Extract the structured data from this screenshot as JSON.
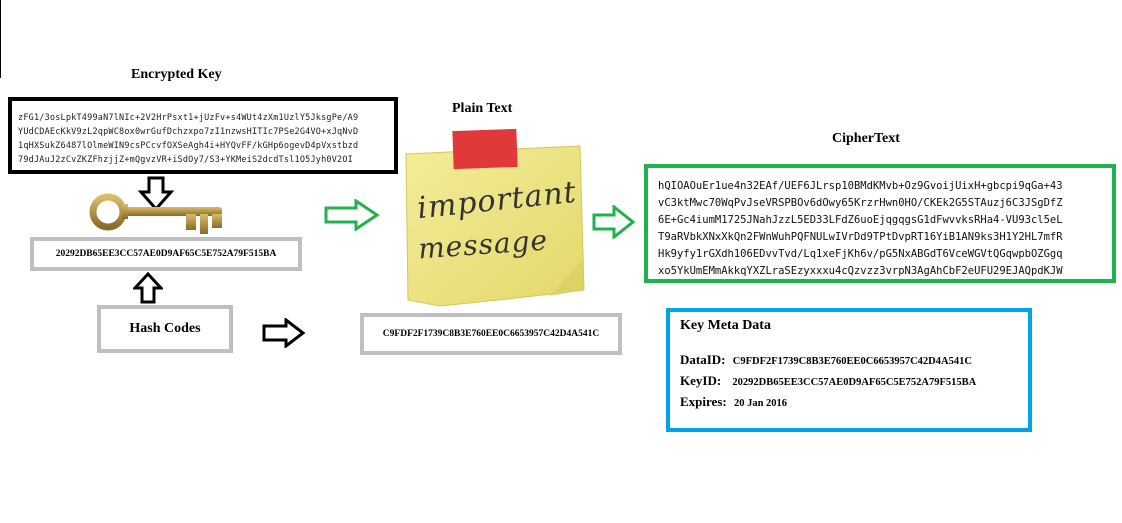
{
  "encrypted_key": {
    "title": "Encrypted Key",
    "lines": [
      "zFG1/3osLpkT499aN7lNIc+2V2HrPsxt1+jUzFv+s4WUt4zXm1UzlY5JksgPe/A9",
      "YUdCDAEcKkV9zL2qpWC8ox0wrGufDchzxpo7zI1nzwsHITIc7PSe2G4VO+xJqNvD",
      "1qHXSukZ6487lOlmeWIN9csPCcvfOXSeAgh4i+HYQvFF/kGHp6ogevD4pVxstbzd",
      "79dJAuJ2zCvZKZFhzjjZ+mQgvzVR+iSdOy7/S3+YKMeiS2dcdTsl1O5Jyh0V2OI"
    ]
  },
  "key_hash": "20292DB65EE3CC57AE0D9AF65C5E752A79F515BA",
  "hash_codes_label": "Hash Codes",
  "plain_text": {
    "title": "Plain Text",
    "note_line1": "important",
    "note_line2": "message"
  },
  "data_hash": "C9FDF2F1739C8B3E760EE0C6653957C42D4A541C",
  "cipher_text": {
    "title": "CipherText",
    "lines": [
      "hQIOAOuEr1ue4n32EAf/UEF6JLrsp10BMdKMvb+Oz9GvoijUixH+gbcpi9qGa+43",
      "vC3ktMwc70WqPvJseVRSPBOv6dOwy65KrzrHwn0HO/CKEk2G5STAuzj6C3JSgDfZ",
      "6E+Gc4iumM1725JNahJzzL5ED33LFdZ6uoEjqgqgsG1dFwvvksRHa4-VU93cl5eL",
      "T9aRVbkXNxXkQn2FWnWuhPQFNULwIVrDd9TPtDvpRT16YiB1AN9ks3H1Y2HL7mfR",
      "Hk9yfy1rGXdh106EDvvTvd/Lq1xeFjKh6v/pG5NxABGdT6VceWGVtQGqwpbOZGgq",
      "xo5YkUmEMmAkkqYXZLraSEzyxxxu4cQzvzz3vrpN3AgAhCbF2eUFU29EJAQpdKJW"
    ]
  },
  "meta": {
    "title": "Key Meta Data",
    "data_id_label": "DataID:",
    "data_id": "C9FDF2F1739C8B3E760EE0C6653957C42D4A541C",
    "key_id_label": "KeyID:",
    "key_id": "20292DB65EE3CC57AE0D9AF65C5E752A79F515BA",
    "expires_label": "Expires:",
    "expires": "20 Jan 2016"
  },
  "colors": {
    "black_border": "#000000",
    "gray_border": "#bfbfbf",
    "green": "#22b14c",
    "blue": "#00a2e8",
    "note_yellow": "#efe68a",
    "pin_red": "#e0393a",
    "key_gold": "#b8943e"
  }
}
